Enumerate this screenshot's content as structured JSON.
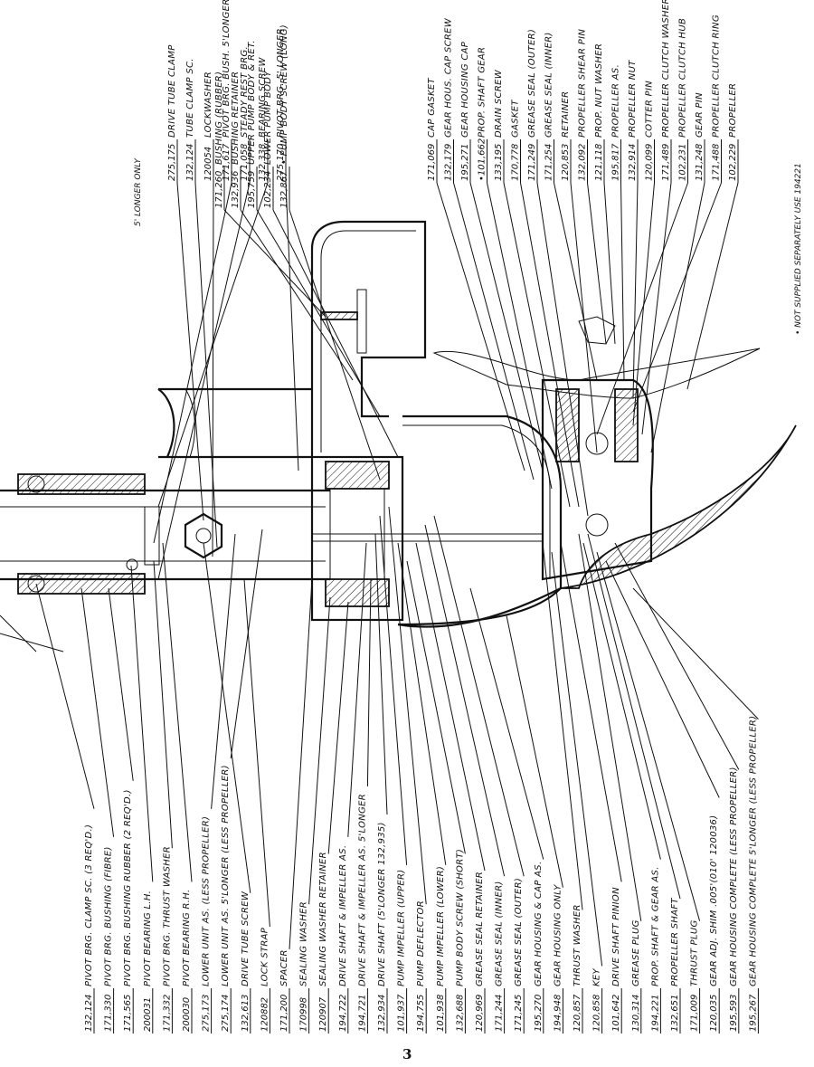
{
  "page_number": "3",
  "note": "• NOT SUPPLIED SEPARATELY USE 194221",
  "top_labels": [
    {
      "part": "275,175",
      "name": "DRIVE TUBE CLAMP"
    },
    {
      "part": "132,124",
      "name": "TUBE CLAMP SC."
    },
    {
      "part": "120054",
      "name": "LOCKWASHER"
    },
    {
      "part": "171,617",
      "name": "PIVOT BRG. BUSH. 5'LONGER"
    },
    {
      "part": "171,058",
      "name": "STEADY REST BRG."
    },
    {
      "part": "132,338",
      "name": "BEARING SCREW"
    },
    {
      "part": "275,170",
      "name": "PIVOT BRG. 5' LONGER"
    },
    {
      "part": "171,260",
      "name": "BUSHING (RUBBER)"
    },
    {
      "part": "132,936",
      "name": "BUSHING RETAINER"
    },
    {
      "part": "195,759",
      "name": "UPPER PUMP BODY & RET."
    },
    {
      "part": "102,234",
      "name": "LOWER PUMP BODY"
    },
    {
      "part": "132,867",
      "name": "• PUMP BODY SCREW (LONG)"
    },
    {
      "part": "171,069",
      "name": "CAP GASKET"
    },
    {
      "part": "132,179",
      "name": "GEAR HOUS. CAP SCREW"
    },
    {
      "part": "195,271",
      "name": "GEAR HOUSING CAP"
    },
    {
      "part": "•101,662",
      "name": "PROP. SHAFT GEAR"
    },
    {
      "part": "133,195",
      "name": "DRAIN SCREW"
    },
    {
      "part": "170,778",
      "name": "GASKET"
    },
    {
      "part": "171,249",
      "name": "GREASE SEAL (OUTER)"
    },
    {
      "part": "171,254",
      "name": "GREASE SEAL (INNER)"
    },
    {
      "part": "120,853",
      "name": "RETAINER"
    },
    {
      "part": "132,092",
      "name": "PROPELLER SHEAR PIN"
    },
    {
      "part": "121,118",
      "name": "PROP. NUT WASHER"
    },
    {
      "part": "195,817",
      "name": "PROPELLER AS."
    },
    {
      "part": "132,914",
      "name": "PROPELLER NUT"
    },
    {
      "part": "120,099",
      "name": "COTTER PIN"
    },
    {
      "part": "171,489",
      "name": "PROPELLER CLUTCH WASHER"
    },
    {
      "part": "102,231",
      "name": "PROPELLER CLUTCH HUB"
    },
    {
      "part": "131,248",
      "name": "GEAR PIN"
    },
    {
      "part": "171,488",
      "name": "PROPELLER CLUTCH RING"
    },
    {
      "part": "102,229",
      "name": "PROPELLER"
    }
  ],
  "side_note": "5' LONGER ONLY",
  "bottom_labels": [
    {
      "part": "132,124",
      "name": "PIVOT BRG. CLAMP SC. (3 REQ'D.)"
    },
    {
      "part": "171,330",
      "name": "PIVOT BRG. BUSHING (FIBRE)"
    },
    {
      "part": "171,565",
      "name": "PIVOT BRG. BUSHING RUBBER (2 REQ'D.)"
    },
    {
      "part": "200031",
      "name": "PIVOT BEARING L.H."
    },
    {
      "part": "171,332",
      "name": "PIVOT BRG. THRUST WASHER"
    },
    {
      "part": "200030",
      "name": "PIVOT BEARING R.H."
    },
    {
      "part": "275,173",
      "name": "LOWER UNIT AS. (LESS PROPELLER)"
    },
    {
      "part": "275,174",
      "name": "LOWER UNIT AS. 5'LONGER (LESS PROPELLER)"
    },
    {
      "part": "132,613",
      "name": "DRIVE TUBE SCREW"
    },
    {
      "part": "120882",
      "name": "LOCK STRAP"
    },
    {
      "part": "171,200",
      "name": "SPACER"
    },
    {
      "part": "170998",
      "name": "SEALING WASHER"
    },
    {
      "part": "120907",
      "name": "SEALING WASHER RETAINER"
    },
    {
      "part": "194,722",
      "name": "DRIVE SHAFT & IMPELLER AS."
    },
    {
      "part": "194,721",
      "name": "DRIVE SHAFT & IMPELLER AS. 5'LONGER"
    },
    {
      "part": "132,934",
      "name": "DRIVE SHAFT (5'LONGER 132,935)"
    },
    {
      "part": "101,937",
      "name": "PUMP IMPELLER (UPPER)"
    },
    {
      "part": "194,755",
      "name": "PUMP DEFLECTOR"
    },
    {
      "part": "101,938",
      "name": "PUMP IMPELLER (LOWER)"
    },
    {
      "part": "132,688",
      "name": "PUMP BODY SCREW (SHORT)"
    },
    {
      "part": "120,969",
      "name": "GREASE SEAL RETAINER"
    },
    {
      "part": "171,244",
      "name": "GREASE SEAL (INNER)"
    },
    {
      "part": "171,245",
      "name": "GREASE SEAL (OUTER)"
    },
    {
      "part": "195,270",
      "name": "GEAR HOUSING & CAP AS."
    },
    {
      "part": "194,948",
      "name": "GEAR HOUSING ONLY"
    },
    {
      "part": "120,857",
      "name": "THRUST WASHER"
    },
    {
      "part": "120,858",
      "name": "KEY"
    },
    {
      "part": "101,642",
      "name": "DRIVE SHAFT PINION"
    },
    {
      "part": "130,314",
      "name": "GREASE PLUG"
    },
    {
      "part": "194,221",
      "name": "PROP. SHAFT & GEAR AS."
    },
    {
      "part": "132,651",
      "name": "PROPELLER SHAFT"
    },
    {
      "part": "171,009",
      "name": "THRUST PLUG"
    },
    {
      "part": "120,035",
      "name": "GEAR ADJ. SHIM .005'(010' 120036)"
    },
    {
      "part": "195,593",
      "name": "GEAR HOUSING COMPLETE (LESS PROPELLER)"
    },
    {
      "part": "195,267",
      "name": "GEAR HOUSING COMPLETE 5'LONGER (LESS PROPELLER)"
    }
  ]
}
